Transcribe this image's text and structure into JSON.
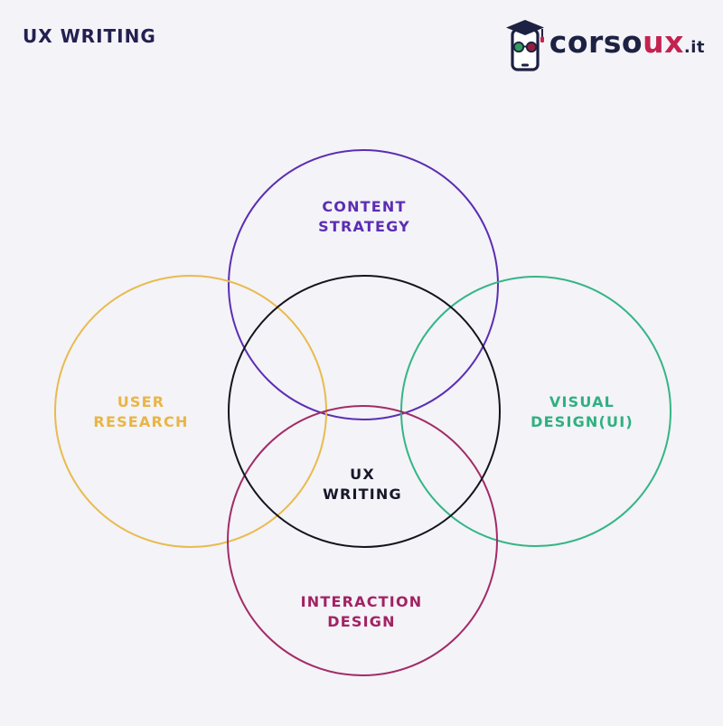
{
  "header": {
    "title": "UX WRITING"
  },
  "logo": {
    "brand": "corso",
    "brand_accent": "ux",
    "tld": ".it",
    "icon": "phone-graduation-cap-glasses-icon",
    "navy_color": "#1d2142",
    "accent_color": "#c22350"
  },
  "diagram": {
    "type": "venn",
    "background_color": "#f3f3f8",
    "center": {
      "line1": "UX",
      "line2": "WRITING",
      "color": "#17172a",
      "stroke": "#14141e"
    },
    "top": {
      "line1": "CONTENT",
      "line2": "STRATEGY",
      "color": "#5c2db3",
      "stroke": "#5c2db3"
    },
    "left": {
      "line1": "USER",
      "line2": "RESEARCH",
      "color": "#eab544",
      "stroke": "#e9bb4e"
    },
    "right": {
      "line1": "VISUAL",
      "line2": "DESIGN(UI)",
      "color": "#2fb080",
      "stroke": "#35b584"
    },
    "bottom": {
      "line1": "INTERACTION",
      "line2": "DESIGN",
      "color": "#a32263",
      "stroke": "#a32b66"
    }
  }
}
